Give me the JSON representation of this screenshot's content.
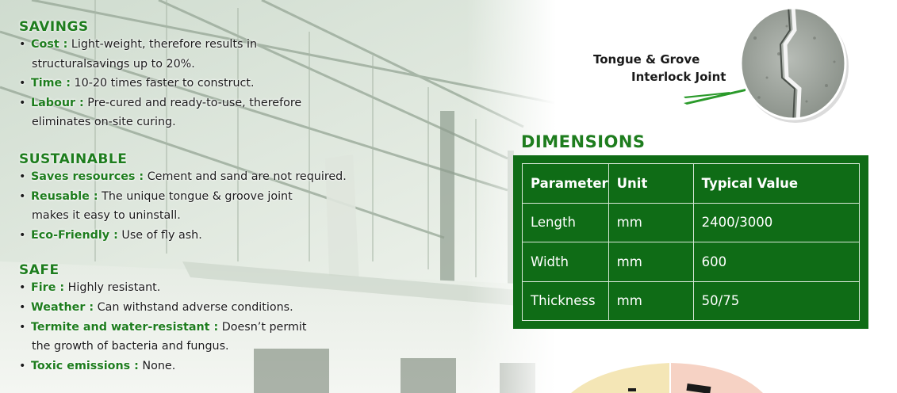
{
  "savings": {
    "title": "SAVINGS",
    "cost_key": "Cost :",
    "cost_text": "Light-weight, therefore results in",
    "cost_text2": "structuralsavings up to 20%.",
    "time_key": "Time :",
    "time_text": "10-20 times faster to construct.",
    "labour_key": "Labour  :",
    "labour_text": "Pre-cured and ready-to-use, therefore",
    "labour_text2": "eliminates on-site curing."
  },
  "sustainable": {
    "title": "SUSTAINABLE",
    "saves_key": "Saves resources :",
    "saves_text": "Cement and sand are not  required.",
    "reusable_key": "Reusable :",
    "reusable_text": "The unique tongue & groove joint",
    "reusable_text2": "makes it easy to uninstall.",
    "eco_key": "Eco-Friendly :",
    "eco_text": "Use of fly ash."
  },
  "safe": {
    "title": "SAFE",
    "fire_key": "Fire :",
    "fire_text": "Highly resistant.",
    "weather_key": "Weather :",
    "weather_text": "Can withstand adverse conditions.",
    "termite_key": "Termite and water-resistant :",
    "termite_text": "Doesn’t permit",
    "termite_text2": "the growth of bacteria and fungus.",
    "toxic_key": "Toxic emissions :",
    "toxic_text": "None."
  },
  "joint": {
    "line1": "Tongue & Grove",
    "line2": "Interlock Joint"
  },
  "dimensions": {
    "title": "DIMENSIONS",
    "headers": [
      "Parameter",
      "Unit",
      "Typical Value"
    ],
    "rows": [
      [
        "Length",
        "mm",
        "2400/3000"
      ],
      [
        "Width",
        "mm",
        "600"
      ],
      [
        "Thickness",
        "mm",
        "50/75"
      ]
    ]
  },
  "colors": {
    "accent_green": "#1e7d1e",
    "table_green": "#0f6c16"
  }
}
